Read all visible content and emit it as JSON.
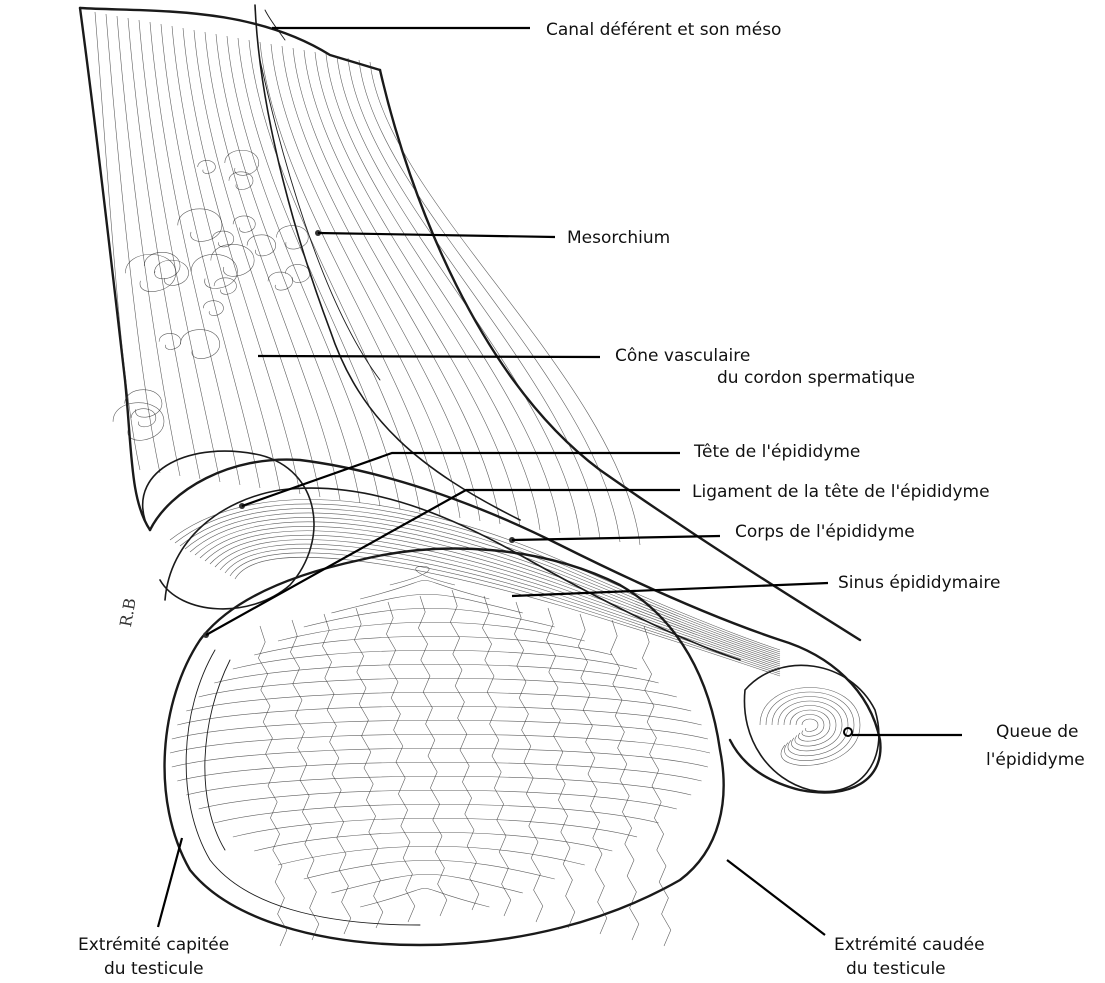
{
  "labels": {
    "canal": "Canal déférent et son méso",
    "mesorchium": "Mesorchium",
    "cone_line1": "Cône vasculaire",
    "cone_line2": "du cordon spermatique",
    "tete": "Tête de l'épididyme",
    "ligament": "Ligament de la tête de l'épididyme",
    "corps": "Corps de l'épididyme",
    "sinus": "Sinus épididymaire",
    "queue_line1": "Queue de",
    "queue_line2": "l'épididyme",
    "capitee_line1": "Extrémité capitée",
    "capitee_line2": "du testicule",
    "caudee_line1": "Extrémité caudée",
    "caudee_line2": "du testicule"
  },
  "artist_initials": "R.B"
}
